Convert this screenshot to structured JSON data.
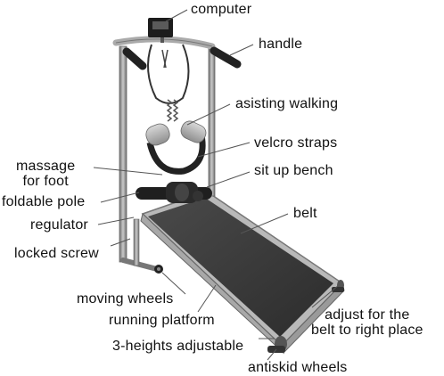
{
  "labels": {
    "computer": "computer",
    "handle": "handle",
    "assisting_walking": "asisting walking",
    "velcro_straps": "velcro straps",
    "massage_line1": "massage",
    "massage_line2": "for foot",
    "sit_up_bench": "sit up bench",
    "foldable_pole": "foldable pole",
    "belt": "belt",
    "regulator": "regulator",
    "locked_screw": "locked screw",
    "moving_wheels": "moving wheels",
    "running_platform": "running platform",
    "adjust_line1": "adjust for the",
    "adjust_line2": "belt to right place",
    "three_heights": "3-heights adjustable",
    "antiskid_wheels": "antiskid wheels"
  },
  "colors": {
    "text": "#111111",
    "leader_line": "#555555",
    "frame": "#8a8a8a",
    "belt": "#3a3a3a",
    "grip": "#222222"
  }
}
